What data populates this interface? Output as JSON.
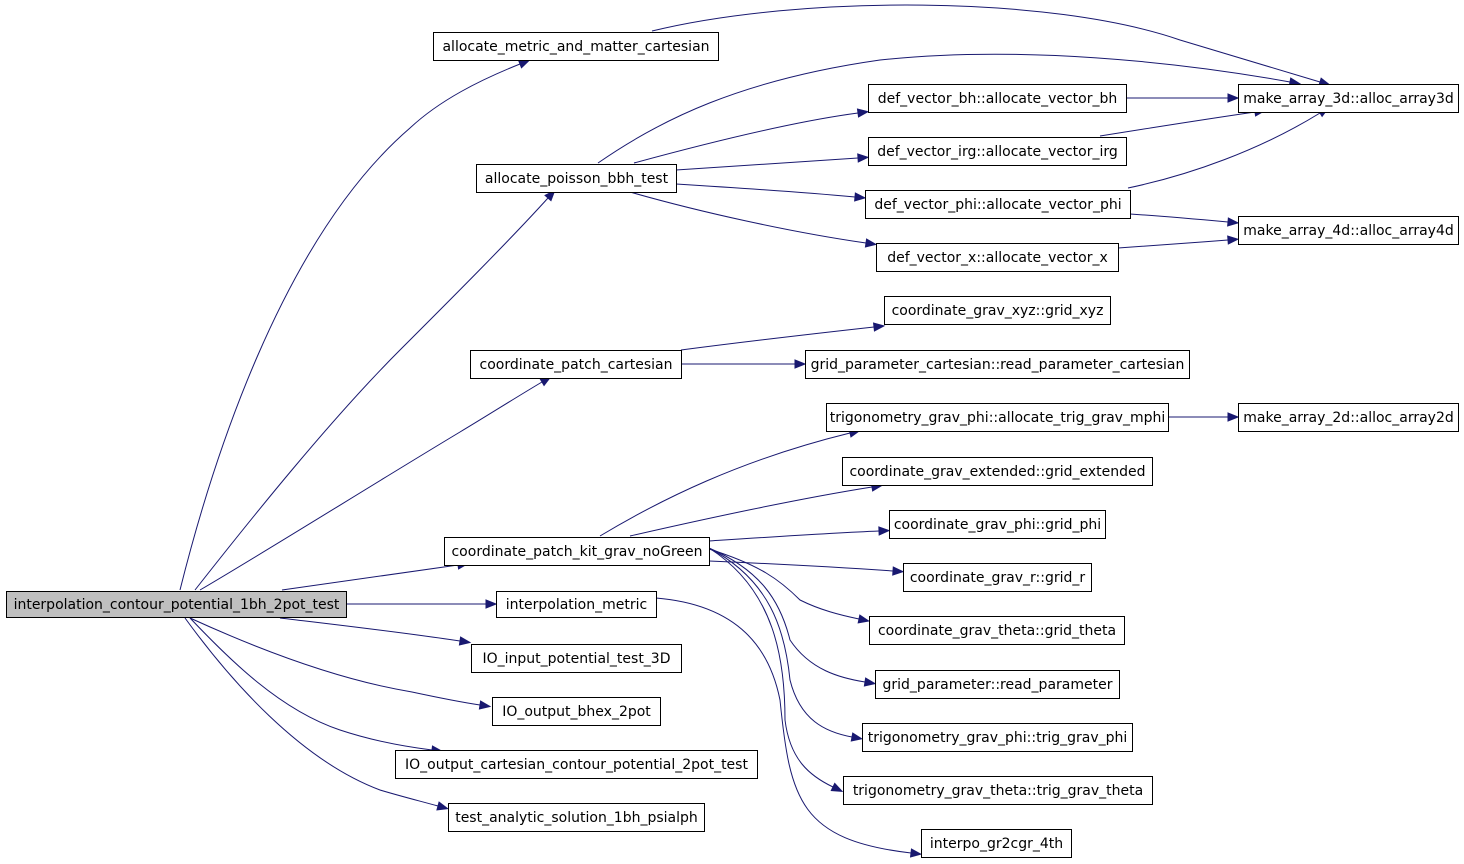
{
  "graph": {
    "nodes": [
      {
        "id": "root",
        "label": "interpolation_contour_potential_1bh_2pot_test",
        "root": true
      },
      {
        "id": "amm",
        "label": "allocate_metric_and_matter_cartesian"
      },
      {
        "id": "apb",
        "label": "allocate_poisson_bbh_test"
      },
      {
        "id": "cpc",
        "label": "coordinate_patch_cartesian"
      },
      {
        "id": "cpk",
        "label": "coordinate_patch_kit_grav_noGreen"
      },
      {
        "id": "im",
        "label": "interpolation_metric"
      },
      {
        "id": "ioin",
        "label": "IO_input_potential_test_3D"
      },
      {
        "id": "ioout",
        "label": "IO_output_bhex_2pot"
      },
      {
        "id": "iocart",
        "label": "IO_output_cartesian_contour_potential_2pot_test"
      },
      {
        "id": "tas",
        "label": "test_analytic_solution_1bh_psialph"
      },
      {
        "id": "dvbh",
        "label": "def_vector_bh::allocate_vector_bh"
      },
      {
        "id": "dvirg",
        "label": "def_vector_irg::allocate_vector_irg"
      },
      {
        "id": "dvphi",
        "label": "def_vector_phi::allocate_vector_phi"
      },
      {
        "id": "dvx",
        "label": "def_vector_x::allocate_vector_x"
      },
      {
        "id": "cgxyz",
        "label": "coordinate_grav_xyz::grid_xyz"
      },
      {
        "id": "gpc",
        "label": "grid_parameter_cartesian::read_parameter_cartesian"
      },
      {
        "id": "tgpmphi",
        "label": "trigonometry_grav_phi::allocate_trig_grav_mphi"
      },
      {
        "id": "cge",
        "label": "coordinate_grav_extended::grid_extended"
      },
      {
        "id": "cgphi",
        "label": "coordinate_grav_phi::grid_phi"
      },
      {
        "id": "cgr",
        "label": "coordinate_grav_r::grid_r"
      },
      {
        "id": "cgtheta",
        "label": "coordinate_grav_theta::grid_theta"
      },
      {
        "id": "gprp",
        "label": "grid_parameter::read_parameter"
      },
      {
        "id": "tgphi",
        "label": "trigonometry_grav_phi::trig_grav_phi"
      },
      {
        "id": "tgtheta",
        "label": "trigonometry_grav_theta::trig_grav_theta"
      },
      {
        "id": "igr",
        "label": "interpo_gr2cgr_4th"
      },
      {
        "id": "ma3",
        "label": "make_array_3d::alloc_array3d"
      },
      {
        "id": "ma4",
        "label": "make_array_4d::alloc_array4d"
      },
      {
        "id": "ma2",
        "label": "make_array_2d::alloc_array2d"
      }
    ],
    "edges": [
      {
        "from": "root",
        "to": "amm"
      },
      {
        "from": "root",
        "to": "apb"
      },
      {
        "from": "root",
        "to": "cpc"
      },
      {
        "from": "root",
        "to": "cpk"
      },
      {
        "from": "root",
        "to": "im"
      },
      {
        "from": "root",
        "to": "ioin"
      },
      {
        "from": "root",
        "to": "ioout"
      },
      {
        "from": "root",
        "to": "iocart"
      },
      {
        "from": "root",
        "to": "tas"
      },
      {
        "from": "amm",
        "to": "ma3"
      },
      {
        "from": "apb",
        "to": "ma3"
      },
      {
        "from": "apb",
        "to": "dvbh"
      },
      {
        "from": "apb",
        "to": "dvirg"
      },
      {
        "from": "apb",
        "to": "dvphi"
      },
      {
        "from": "apb",
        "to": "dvx"
      },
      {
        "from": "dvbh",
        "to": "ma3"
      },
      {
        "from": "dvirg",
        "to": "ma3"
      },
      {
        "from": "dvphi",
        "to": "ma3"
      },
      {
        "from": "dvphi",
        "to": "ma4"
      },
      {
        "from": "dvx",
        "to": "ma4"
      },
      {
        "from": "cpc",
        "to": "cgxyz"
      },
      {
        "from": "cpc",
        "to": "gpc"
      },
      {
        "from": "cpk",
        "to": "tgpmphi"
      },
      {
        "from": "cpk",
        "to": "cge"
      },
      {
        "from": "cpk",
        "to": "cgphi"
      },
      {
        "from": "cpk",
        "to": "cgr"
      },
      {
        "from": "cpk",
        "to": "cgtheta"
      },
      {
        "from": "cpk",
        "to": "gprp"
      },
      {
        "from": "cpk",
        "to": "tgphi"
      },
      {
        "from": "cpk",
        "to": "tgtheta"
      },
      {
        "from": "tgpmphi",
        "to": "ma2"
      },
      {
        "from": "im",
        "to": "igr"
      }
    ]
  }
}
